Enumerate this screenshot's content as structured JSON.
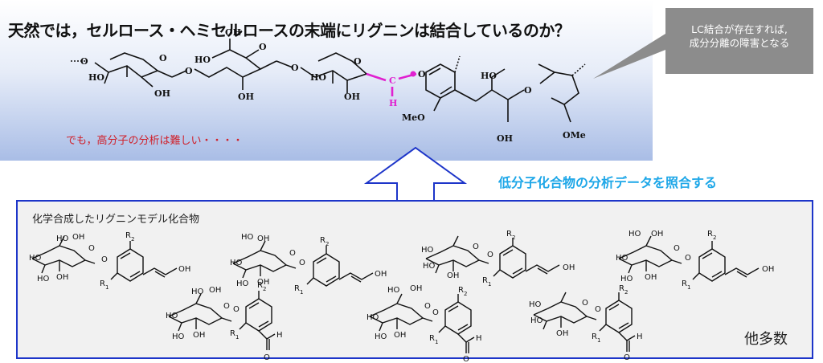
{
  "header": {
    "question": "天然では，セルロース・ヘミセルロースの末端にリグニンは結合しているのか？",
    "note": "でも，高分子の分析は難しい・・・・"
  },
  "callout": {
    "line1": "LC結合が存在すれば,",
    "line2": "成分分離の障害となる",
    "color": "#8c8c8c"
  },
  "arrow_label": "低分子化合物の分析データを照合する",
  "panel": {
    "title": "化学合成したリグニンモデル化合物",
    "more_label": "他多数",
    "border_color": "#1d35c9"
  },
  "structure_labels": {
    "OH": "OH",
    "HO": "HO",
    "O": "O",
    "MeO": "MeO",
    "OMe": "OMe",
    "C": "C",
    "H": "H",
    "R1": "R1",
    "R2": "R2"
  },
  "colors": {
    "lc_bond": "#e020d0",
    "blue_text": "#1ea7e8",
    "red_note": "#d0202a"
  }
}
